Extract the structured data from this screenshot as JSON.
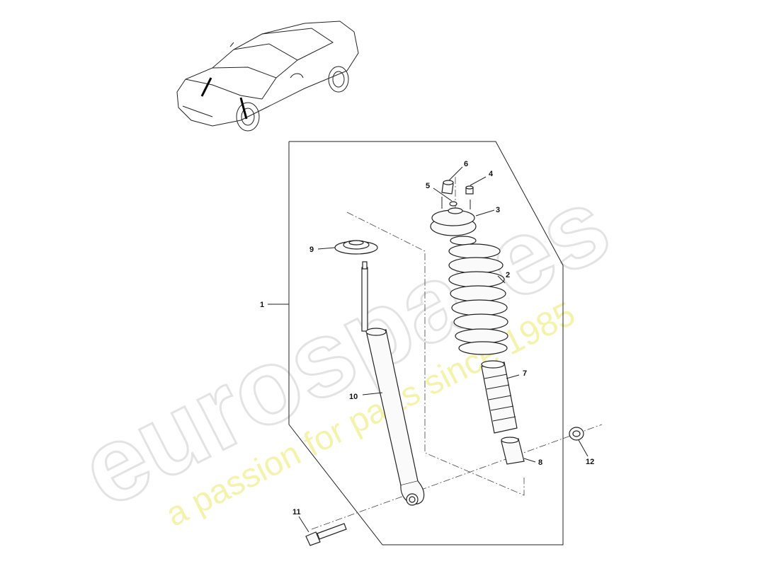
{
  "watermark": {
    "brand": "eurospares",
    "tagline": "a passion for parts since 1985",
    "brand_color": "#e6e6e6",
    "tagline_color": "#f5f3a6"
  },
  "callouts": {
    "c1": "1",
    "c2": "2",
    "c3": "3",
    "c4": "4",
    "c5": "5",
    "c6": "6",
    "c7": "7",
    "c8": "8",
    "c9": "9",
    "c10": "10",
    "c11": "11",
    "c12": "12"
  },
  "icons": {
    "car": "car-thumbnail-icon",
    "damper": "shock-absorber-icon",
    "spring": "coil-spring-icon"
  }
}
